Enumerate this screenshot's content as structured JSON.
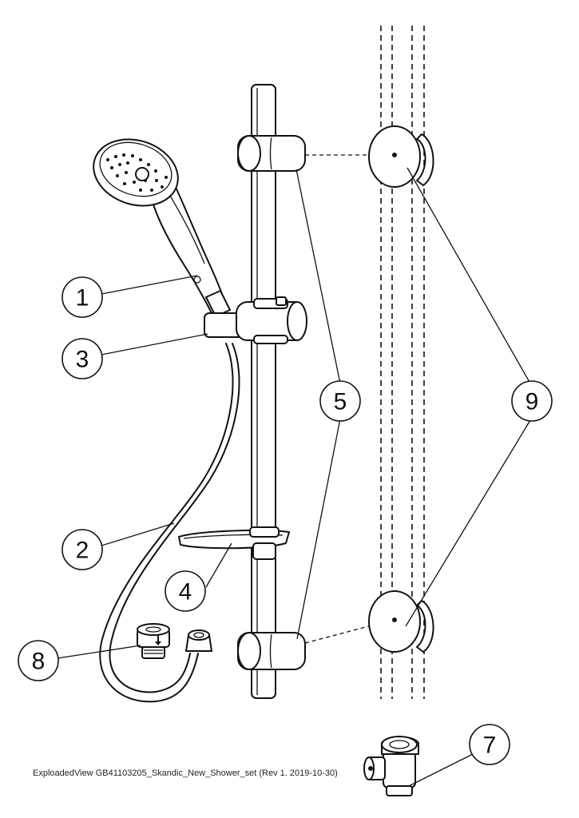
{
  "caption": "ExploadedView GB41103205_Skandic_New_Shower_set  (Rev 1. 2019-10-30)",
  "callouts": {
    "c1": "1",
    "c2": "2",
    "c3": "3",
    "c4": "4",
    "c5": "5",
    "c7": "7",
    "c8": "8",
    "c9": "9"
  },
  "colors": {
    "line": "#111111",
    "background": "#ffffff"
  }
}
